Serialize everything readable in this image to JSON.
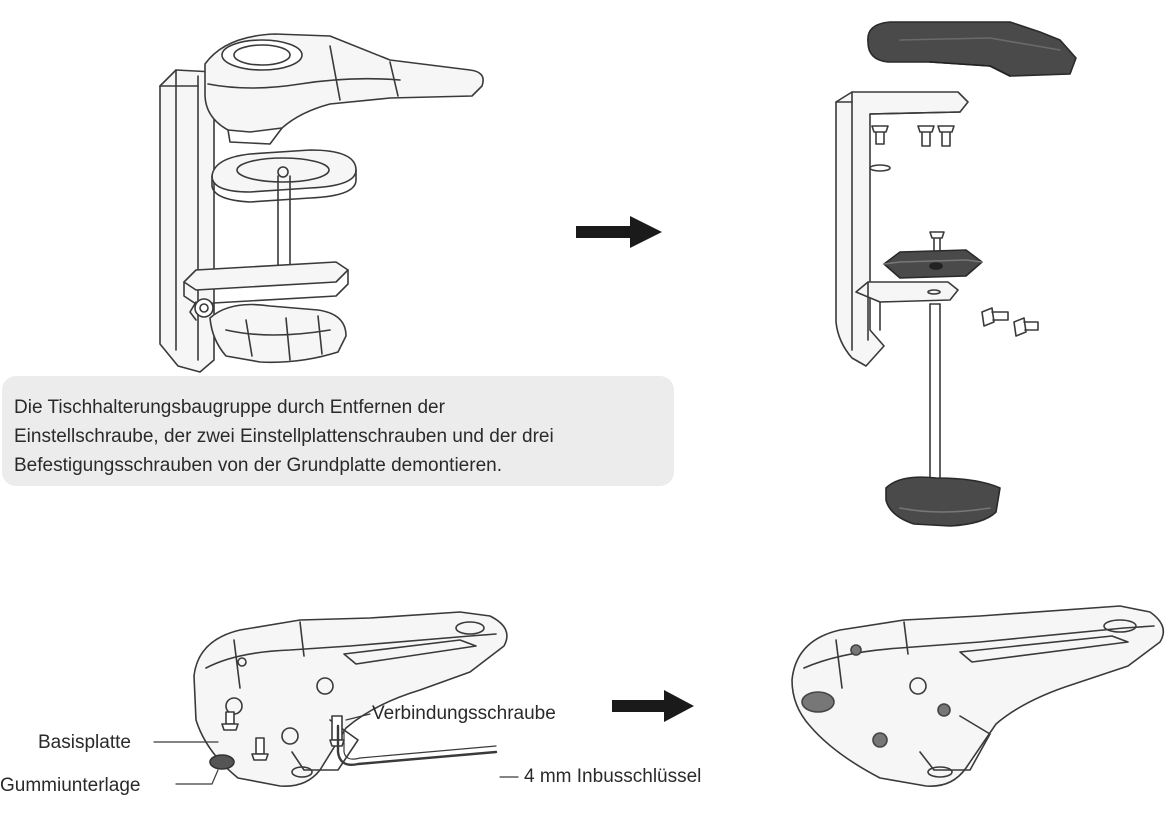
{
  "instruction": {
    "lines": [
      "Die Tischhalterungsbaugruppe durch Entfernen der",
      "Einstellschraube, der zwei Einstellplattenschrauben und der drei",
      "Befestigungsschrauben von der Grundplatte demontieren."
    ]
  },
  "labels": {
    "basisplatte": "Basisplatte",
    "gummiunterlage": "Gummiunterlage",
    "verbindungsschraube": "Verbindungsschraube",
    "inbusschluessel": "4 mm Inbusschlüssel"
  },
  "colors": {
    "line": "#3a3a3a",
    "part_fill": "#f6f6f6",
    "dark_part": "#4a4a4a",
    "arrow": "#1a1a1a",
    "note_bg": "#ececec"
  }
}
